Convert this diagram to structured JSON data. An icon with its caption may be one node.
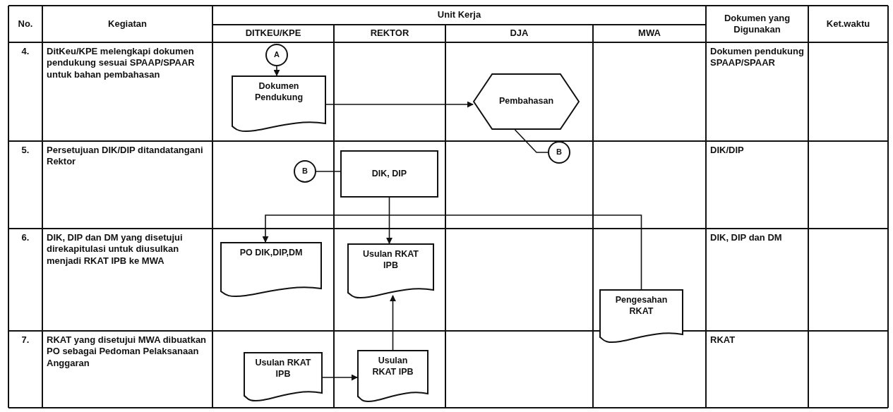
{
  "diagram": {
    "nodes": [
      {
        "text": [
          "A"
        ]
      },
      {
        "text": [
          "Dokumen Pendukung"
        ]
      },
      {
        "text": [
          "Pembahasan"
        ]
      },
      {
        "text": [
          "B"
        ]
      },
      {
        "text": [
          "B"
        ]
      },
      {
        "text": [
          "DIK, DIP"
        ]
      },
      {
        "text": [
          "PO DIK,DIP,DM"
        ]
      },
      {
        "text": [
          "Usulan RKAT IPB"
        ]
      },
      {
        "text": [
          "Pengesahan RKAT"
        ]
      },
      {
        "text": [
          "Usulan RKAT IPB"
        ]
      },
      {
        "text": [
          "Usulan RKAT IPB"
        ]
      }
    ],
    "edges": [
      {
        "from": 0,
        "to": 1,
        "arrow": "to"
      },
      {
        "from": 1,
        "to": 2,
        "arrow": "to"
      },
      {
        "from": 2,
        "to": 3,
        "arrow": "none"
      },
      {
        "from": 4,
        "to": 5,
        "arrow": "none"
      },
      {
        "from": 5,
        "to": 7,
        "arrow": "to"
      },
      {
        "from": 8,
        "to": 6,
        "arrow": "to"
      },
      {
        "from": 9,
        "to": 10,
        "arrow": "to"
      },
      {
        "from": 10,
        "to": 7,
        "arrow": "to"
      }
    ],
    "labels": [
      "No.",
      "Kegiatan",
      "Unit Kerja",
      "Dokumen yang Digunakan",
      "Ket.waktu",
      "DITKEU/KPE",
      "REKTOR",
      "DJA",
      "MWA",
      "4.",
      "DitKeu/KPE melengkapi dokumen pendukung sesuai SPAAP/SPAAR untuk bahan pembahasan",
      "Dokumen pendukung SPAAP/SPAAR",
      "5.",
      "Persetujuan DIK/DIP ditandatangani Rektor",
      "DIK/DIP",
      "6.",
      "DIK, DIP dan DM yang disetujui direkapitulasi untuk diusulkan menjadi RKAT IPB ke MWA",
      "DIK, DIP dan DM",
      "7.",
      "RKAT yang disetujui MWA dibuatkan PO sebagai Pedoman Pelaksanaan Anggaran",
      "RKAT"
    ]
  }
}
